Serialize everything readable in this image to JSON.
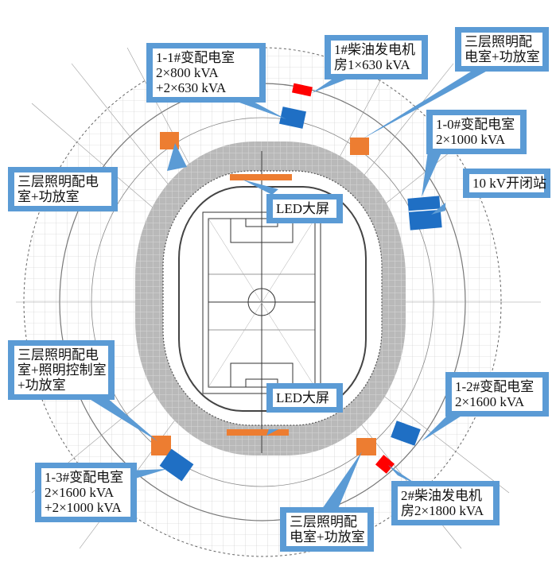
{
  "figure": {
    "type": "stadium power distribution layout plan",
    "colors": {
      "transformer_room": "#1f6fc4",
      "generator_room": "#ff0000",
      "lighting_room": "#ed7d31",
      "led_screen": "#ed7d31",
      "callout_frame": "#5b9bd5",
      "concourse_gray": "#b8b8b8",
      "drawing_lines": "#555555"
    }
  },
  "callouts": {
    "tr_1_1": {
      "lines": [
        "1-1#变配电室",
        "2×800 kVA",
        "+2×630 kVA"
      ],
      "kind": "transformer"
    },
    "gen_1": {
      "lines": [
        "1#柴油发电机",
        "房1×630 kVA"
      ],
      "kind": "generator"
    },
    "light_ne": {
      "lines": [
        "三层照明配",
        "电室+功放室"
      ],
      "kind": "lighting"
    },
    "tr_1_0": {
      "lines": [
        "1-0#变配电室",
        "2×1000 kVA"
      ],
      "kind": "transformer"
    },
    "switch_10kv": {
      "lines": [
        "10 kV开闭站"
      ],
      "kind": "switching-station"
    },
    "light_nw": {
      "lines": [
        "三层照明配电",
        "室+功放室"
      ],
      "kind": "lighting"
    },
    "led_north": {
      "lines": [
        "LED大屏"
      ],
      "kind": "led-screen"
    },
    "light_sw": {
      "lines": [
        "三层照明配电",
        "室+照明控制室",
        "+功放室"
      ],
      "kind": "lighting"
    },
    "led_south": {
      "lines": [
        "LED大屏"
      ],
      "kind": "led-screen"
    },
    "tr_1_2": {
      "lines": [
        "1-2#变配电室",
        "2×1600 kVA"
      ],
      "kind": "transformer"
    },
    "tr_1_3": {
      "lines": [
        "1-3#变配电室",
        "2×1600 kVA",
        "+2×1000 kVA"
      ],
      "kind": "transformer"
    },
    "gen_2": {
      "lines": [
        "2#柴油发电机",
        "房2×1800 kVA"
      ],
      "kind": "generator"
    },
    "light_se": {
      "lines": [
        "三层照明配",
        "电室+功放室"
      ],
      "kind": "lighting"
    }
  }
}
